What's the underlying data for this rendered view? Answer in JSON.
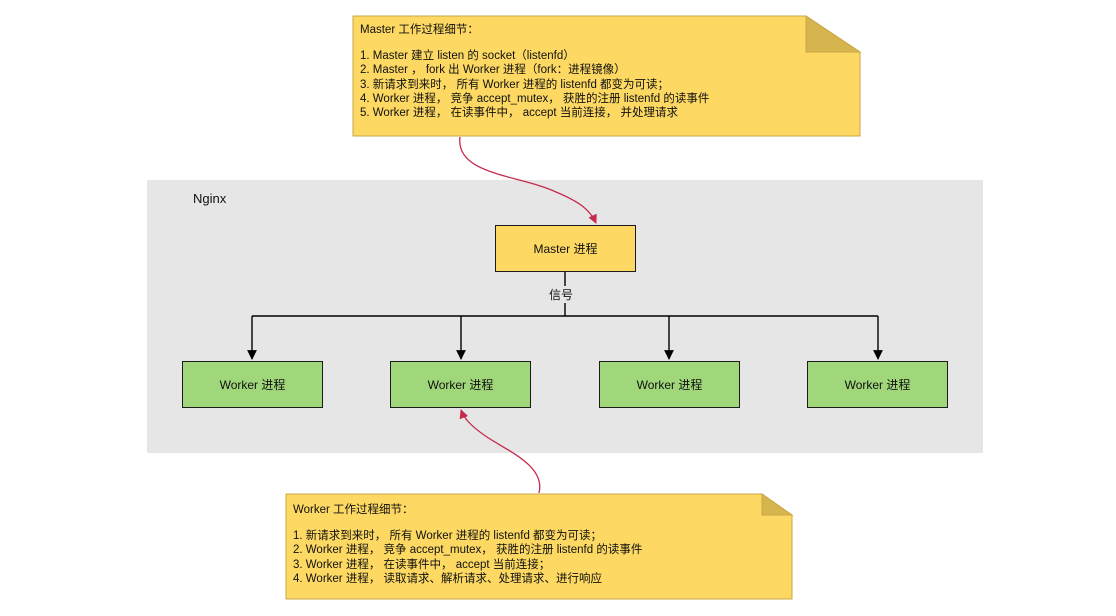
{
  "container": {
    "label": "Nginx"
  },
  "master": {
    "label": "Master 进程"
  },
  "signal": {
    "label": "信号"
  },
  "workers": [
    {
      "label": "Worker 进程"
    },
    {
      "label": "Worker 进程"
    },
    {
      "label": "Worker 进程"
    },
    {
      "label": "Worker 进程"
    }
  ],
  "notes": {
    "master": {
      "title": "Master 工作过程细节：",
      "lines": [
        "1. Master 建立 listen 的 socket（listenfd）",
        "2. Master ， fork 出 Worker 进程（fork：进程镜像）",
        "3. 新请求到来时， 所有 Worker 进程的 listenfd 都变为可读；",
        "4. Worker 进程， 竞争 accept_mutex， 获胜的注册 listenfd 的读事件",
        "5. Worker 进程， 在读事件中， accept 当前连接， 并处理请求"
      ]
    },
    "worker": {
      "title": "Worker 工作过程细节：",
      "lines": [
        "1. 新请求到来时， 所有 Worker 进程的 listenfd 都变为可读；",
        "2. Worker 进程， 竞争 accept_mutex， 获胜的注册 listenfd 的读事件",
        "3. Worker 进程， 在读事件中， accept 当前连接；",
        "4. Worker 进程， 读取请求、解析请求、处理请求、进行响应"
      ]
    }
  },
  "colors": {
    "note_fill": "#fdd963",
    "note_fold": "#d6b44e",
    "master_fill": "#fdd963",
    "worker_fill": "#9fd77a",
    "container_fill": "#e6e6e6",
    "annotation_arrow": "#c62a4c",
    "connector": "#000000"
  }
}
